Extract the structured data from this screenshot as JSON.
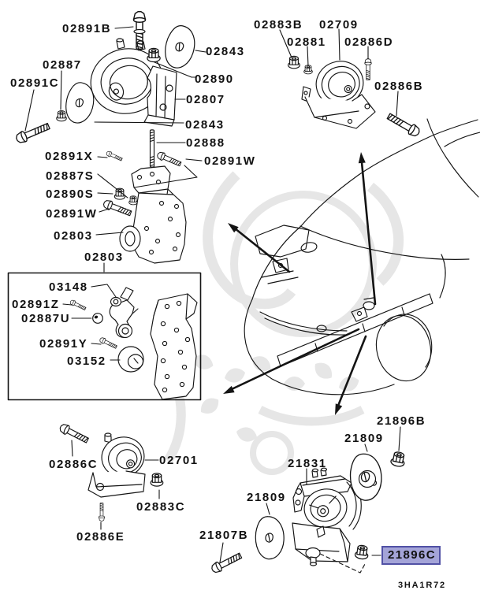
{
  "diagram": {
    "type": "parts-diagram",
    "drawing_code": "3HA1R72",
    "highlighted_part": "21896C",
    "colors": {
      "line": "#141414",
      "background": "#ffffff",
      "highlight_fill": "#a4a4d8",
      "highlight_border": "#5151a5",
      "watermark": "#e5e5e5"
    }
  },
  "labels": [
    {
      "text": "02891B"
    },
    {
      "text": "02883B"
    },
    {
      "text": "02709"
    },
    {
      "text": "02881"
    },
    {
      "text": "02886D"
    },
    {
      "text": "02843"
    },
    {
      "text": "02887"
    },
    {
      "text": "02891C"
    },
    {
      "text": "02890"
    },
    {
      "text": "02886B"
    },
    {
      "text": "02807"
    },
    {
      "text": "02843"
    },
    {
      "text": "02888"
    },
    {
      "text": "02891X"
    },
    {
      "text": "02891W"
    },
    {
      "text": "02887S"
    },
    {
      "text": "02890S"
    },
    {
      "text": "02891W"
    },
    {
      "text": "02803"
    },
    {
      "text": "02803"
    },
    {
      "text": "03148"
    },
    {
      "text": "02891Z"
    },
    {
      "text": "02887U"
    },
    {
      "text": "02891Y"
    },
    {
      "text": "03152"
    },
    {
      "text": "02886C"
    },
    {
      "text": "02701"
    },
    {
      "text": "02883C"
    },
    {
      "text": "02886E"
    },
    {
      "text": "21807B"
    },
    {
      "text": "21809"
    },
    {
      "text": "21831"
    },
    {
      "text": "21809"
    },
    {
      "text": "21896B"
    },
    {
      "text": "21896C",
      "highlighted": true
    }
  ]
}
